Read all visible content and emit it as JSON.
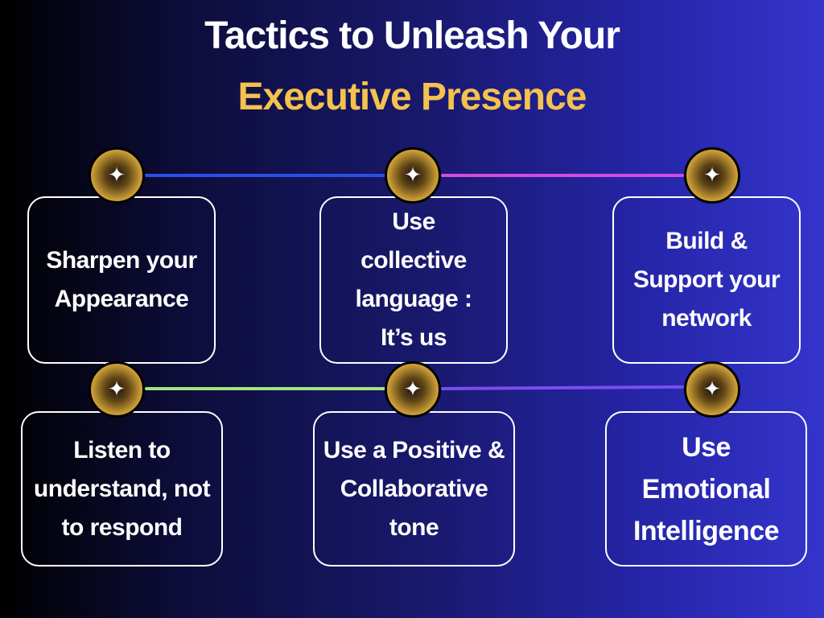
{
  "title": {
    "line1": "Tactics to Unleash Your",
    "line2": "Executive Presence"
  },
  "tactics": [
    {
      "label": "Sharpen your Appearance"
    },
    {
      "label": "Use collective language : It’s us"
    },
    {
      "label": "Build & Support your network"
    },
    {
      "label": "Listen to understand, not to respond"
    },
    {
      "label": "Use a Positive & Collaborative tone"
    },
    {
      "label": "Use Emotional Intelligence"
    }
  ],
  "badge_icon": "sparkle-icon",
  "badge_glyph": "✦",
  "colors": {
    "background_start": "#000000",
    "background_end": "#3434cc",
    "title_primary": "#ffffff",
    "title_accent": "#f4c24e",
    "badge_gold": "#f0c95a",
    "connector_top_left": "#2b4fe6",
    "connector_top_right": "#d24ce0",
    "connector_bottom_left": "#a6e37e",
    "connector_bottom_right": "#7b4df0"
  }
}
